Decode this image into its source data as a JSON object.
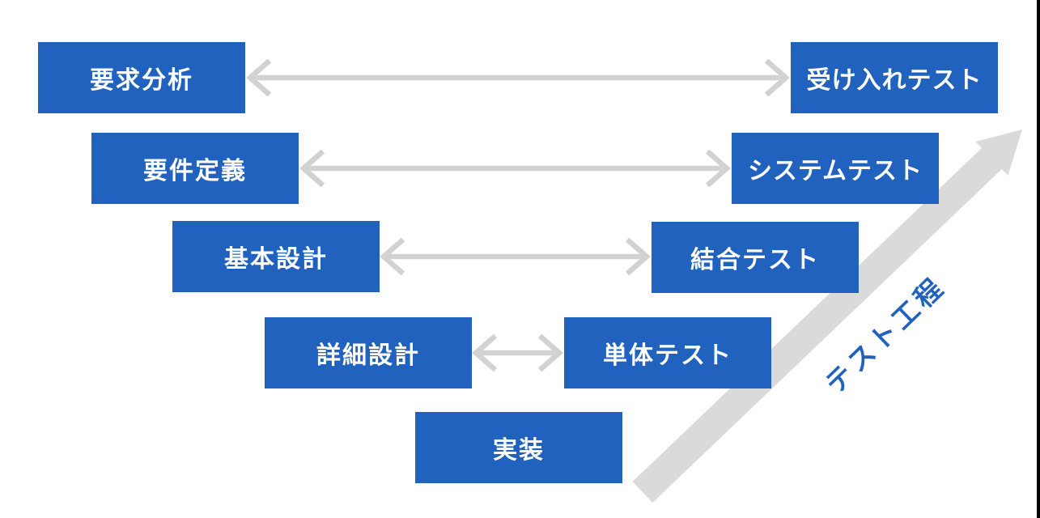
{
  "diagram": {
    "type": "v-model",
    "left_stages": [
      {
        "label": "要求分析"
      },
      {
        "label": "要件定義"
      },
      {
        "label": "基本設計"
      },
      {
        "label": "詳細設計"
      },
      {
        "label": "実装"
      }
    ],
    "right_stages": [
      {
        "label": "受け入れテスト"
      },
      {
        "label": "システムテスト"
      },
      {
        "label": "結合テスト"
      },
      {
        "label": "単体テスト"
      }
    ],
    "stage_pairs": [
      [
        "要求分析",
        "受け入れテスト"
      ],
      [
        "要件定義",
        "システムテスト"
      ],
      [
        "基本設計",
        "結合テスト"
      ],
      [
        "詳細設計",
        "単体テスト"
      ]
    ],
    "diagonal_arrow_label": "テスト工程",
    "colors": {
      "stage_box_blue": "#2062BD",
      "stage_text_white": "#FFFFFF",
      "connector_arrow_gray": "#D2D2D2",
      "diagonal_arrow_gray": "#DADADA",
      "diagonal_label_blue": "#2062BD",
      "right_edge_line_black": "#000000"
    }
  }
}
